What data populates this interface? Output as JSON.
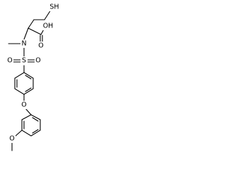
{
  "molecule": {
    "atoms": {
      "thiol": "SH",
      "acid_hydroxyl": "OH",
      "carbonyl_oxygen": "O",
      "amine_nitrogen": "N",
      "sulfonyl_sulfur": "S",
      "sulfonyl_oxygen_left": "O",
      "sulfonyl_oxygen_right": "O",
      "ether_oxygen": "O",
      "methoxy_oxygen": "O"
    }
  }
}
